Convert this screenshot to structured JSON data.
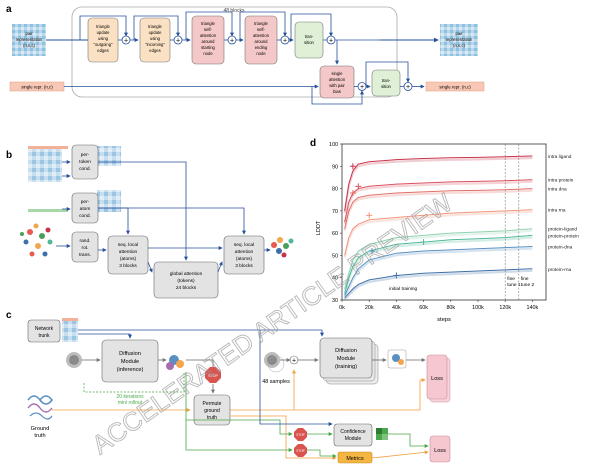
{
  "panel_labels": {
    "a": "a",
    "b": "b",
    "c": "c",
    "d": "d"
  },
  "panel_a": {
    "loop_label": "48 blocks",
    "pair_input": [
      "pair",
      "representation",
      "(n,n,c)"
    ],
    "pair_output": [
      "pair",
      "representation",
      "(n,n,c)"
    ],
    "single_input": "single repr. (n,c)",
    "single_output": "single repr. (n,c)",
    "blocks": {
      "tri_out": [
        "triangle",
        "update",
        "using",
        "\"outgoing\"",
        "edges"
      ],
      "tri_in": [
        "triangle",
        "update",
        "using",
        "\"incoming\"",
        "edges"
      ],
      "attn_start": [
        "triangle",
        "self-",
        "attention",
        "around",
        "starting",
        "node"
      ],
      "attn_end": [
        "triangle",
        "self-",
        "attention",
        "around",
        "ending",
        "node"
      ],
      "transition": [
        "tran-",
        "sition"
      ],
      "single_attn": [
        "single",
        "attention",
        "with pair",
        "bias"
      ],
      "single_trans": [
        "tran-",
        "sition"
      ]
    },
    "plus": "+"
  },
  "panel_b": {
    "per_token": [
      "per-",
      "token",
      "cond."
    ],
    "per_atom": [
      "per-",
      "atom",
      "cond."
    ],
    "rand_rot": [
      "rand.",
      "rot.",
      "trans."
    ],
    "seq_local_1": [
      "seq. local",
      "attention",
      "(atoms)",
      "3 blocks"
    ],
    "global": [
      "global attention",
      "(tokens)",
      "24 blocks"
    ],
    "seq_local_2": [
      "seq. local",
      "attention",
      "(atoms)",
      "3 blocks"
    ]
  },
  "panel_c": {
    "network_trunk": [
      "Network",
      "trunk"
    ],
    "diff_infer": [
      "Diffusion",
      "Module",
      "(inference)"
    ],
    "iterations": [
      "20 iterations",
      "mini rollout"
    ],
    "permute": [
      "Permute",
      "ground",
      "truth"
    ],
    "ground_truth": [
      "Ground",
      "truth"
    ],
    "samples": "48 samples",
    "diff_train": [
      "Diffusion",
      "Module",
      "(training)"
    ],
    "confidence": [
      "Confidence",
      "Module"
    ],
    "metrics": "Metrics",
    "loss1": "Loss",
    "loss2": "Loss",
    "stop": "STOP"
  },
  "chart_data": {
    "type": "line",
    "ylabel": "LDDT",
    "xlabel": "steps",
    "x_ticks": [
      "0k",
      "20k",
      "40k",
      "60k",
      "80k",
      "100k",
      "120k",
      "140k"
    ],
    "y_ticks": [
      "30",
      "40",
      "50",
      "60",
      "70",
      "80",
      "90",
      "100"
    ],
    "xlim": [
      0,
      150000
    ],
    "ylim": [
      30,
      100
    ],
    "vlines": [
      {
        "x": 120000,
        "label": [
          "fine",
          "tune 1"
        ]
      },
      {
        "x": 130000,
        "label": [
          "fine",
          "tune 2"
        ]
      }
    ],
    "phase_label": "initial training",
    "series": [
      {
        "name": "intra ligand",
        "color": "#c8344a",
        "x": [
          2000,
          5000,
          8000,
          12000,
          20000,
          40000,
          60000,
          80000,
          100000,
          120000,
          140000
        ],
        "values": [
          70,
          82,
          88,
          91,
          92,
          93,
          93.5,
          93.8,
          94,
          94.3,
          94.6
        ],
        "marker_x": 8000,
        "marker_y": 90
      },
      {
        "name": "intra protein",
        "color": "#d9505f",
        "x": [
          2000,
          5000,
          8000,
          12000,
          20000,
          40000,
          60000,
          80000,
          100000,
          120000,
          140000
        ],
        "values": [
          65,
          74,
          78,
          80,
          81,
          82,
          82.5,
          83,
          83.2,
          83.5,
          84
        ],
        "marker_x": 12000,
        "marker_y": 81
      },
      {
        "name": "intra dna",
        "color": "#e07068",
        "x": [
          2000,
          5000,
          8000,
          12000,
          20000,
          40000,
          60000,
          80000,
          100000,
          120000,
          140000
        ],
        "values": [
          62,
          70,
          74,
          76,
          77,
          78,
          78.5,
          79,
          79.2,
          79.5,
          80
        ],
        "marker_x": 8000,
        "marker_y": 78
      },
      {
        "name": "intra rna",
        "color": "#f0957a",
        "x": [
          2000,
          5000,
          8000,
          12000,
          20000,
          40000,
          60000,
          80000,
          100000,
          120000,
          140000
        ],
        "values": [
          50,
          58,
          62,
          64,
          66,
          67,
          68,
          69,
          69.5,
          70,
          70.5
        ],
        "marker_x": 20000,
        "marker_y": 68
      },
      {
        "name": "protein-ligand",
        "color": "#8fd1b0",
        "x": [
          2000,
          5000,
          8000,
          12000,
          20000,
          40000,
          60000,
          80000,
          100000,
          120000,
          140000
        ],
        "values": [
          35,
          42,
          48,
          52,
          55,
          58,
          59,
          60,
          60.5,
          61,
          62
        ]
      },
      {
        "name": "protein-protein",
        "color": "#4fb89a",
        "x": [
          2000,
          5000,
          8000,
          12000,
          20000,
          40000,
          60000,
          80000,
          100000,
          120000,
          140000
        ],
        "values": [
          33,
          40,
          45,
          49,
          52,
          55,
          56,
          57,
          57.5,
          58,
          59
        ],
        "marker_x": 60000,
        "marker_y": 56
      },
      {
        "name": "protein-dna",
        "color": "#5a8fc2",
        "x": [
          2000,
          5000,
          8000,
          12000,
          20000,
          40000,
          60000,
          80000,
          100000,
          120000,
          140000
        ],
        "values": [
          32,
          36,
          40,
          44,
          48,
          51,
          52,
          52.5,
          53,
          53.5,
          54
        ],
        "marker_x": 22000,
        "marker_y": 52
      },
      {
        "name": "protein-rna",
        "color": "#3e6fa6",
        "x": [
          2000,
          5000,
          8000,
          12000,
          20000,
          40000,
          60000,
          80000,
          100000,
          120000,
          140000
        ],
        "values": [
          31,
          33,
          35,
          37,
          39,
          41,
          42,
          42.5,
          43,
          43.5,
          44
        ],
        "marker_x": 40000,
        "marker_y": 41
      }
    ]
  },
  "watermark": "ACCELERATED ARTICLE PREVIEW",
  "colors": {
    "orange_block": "#fbe1c3",
    "pink_block": "#f4c7c9",
    "green_block": "#dff0d6",
    "grey_block": "#e3e3e3",
    "arrow_blue": "#27509c",
    "arrow_green": "#4aa84a",
    "arrow_orange": "#f0a040",
    "loss_pink": "#f5c8d0"
  }
}
